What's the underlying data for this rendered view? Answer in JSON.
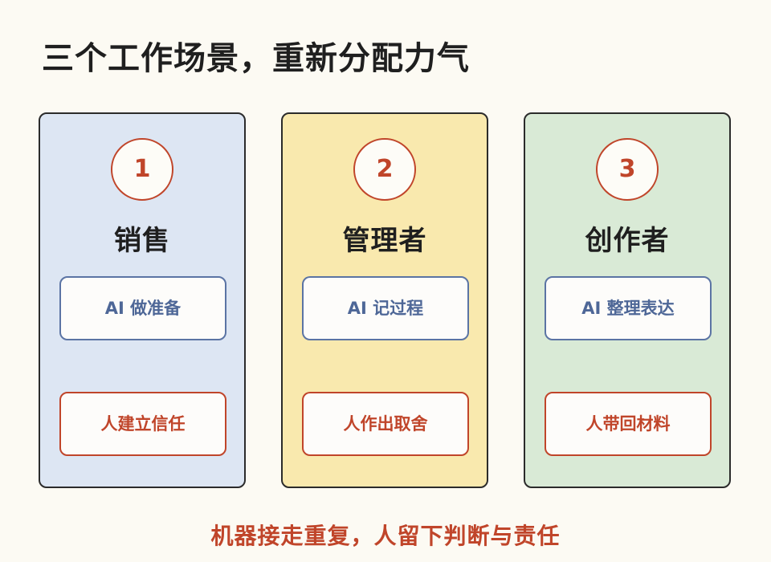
{
  "title": "三个工作场景，重新分配力气",
  "columns": [
    {
      "number": "1",
      "role": "销售",
      "ai_task": "AI 做准备",
      "human_task": "人建立信任"
    },
    {
      "number": "2",
      "role": "管理者",
      "ai_task": "AI 记过程",
      "human_task": "人作出取舍"
    },
    {
      "number": "3",
      "role": "创作者",
      "ai_task": "AI 整理表达",
      "human_task": "人带回材料"
    }
  ],
  "footer": "机器接走重复，人留下判断与责任",
  "colors": {
    "background": "#fcfaf3",
    "accent_red": "#c0452a",
    "accent_blue": "#5b74a4",
    "card_blue": "#dde6f3",
    "card_yellow": "#f9e9ae",
    "card_green": "#d9ead6"
  }
}
